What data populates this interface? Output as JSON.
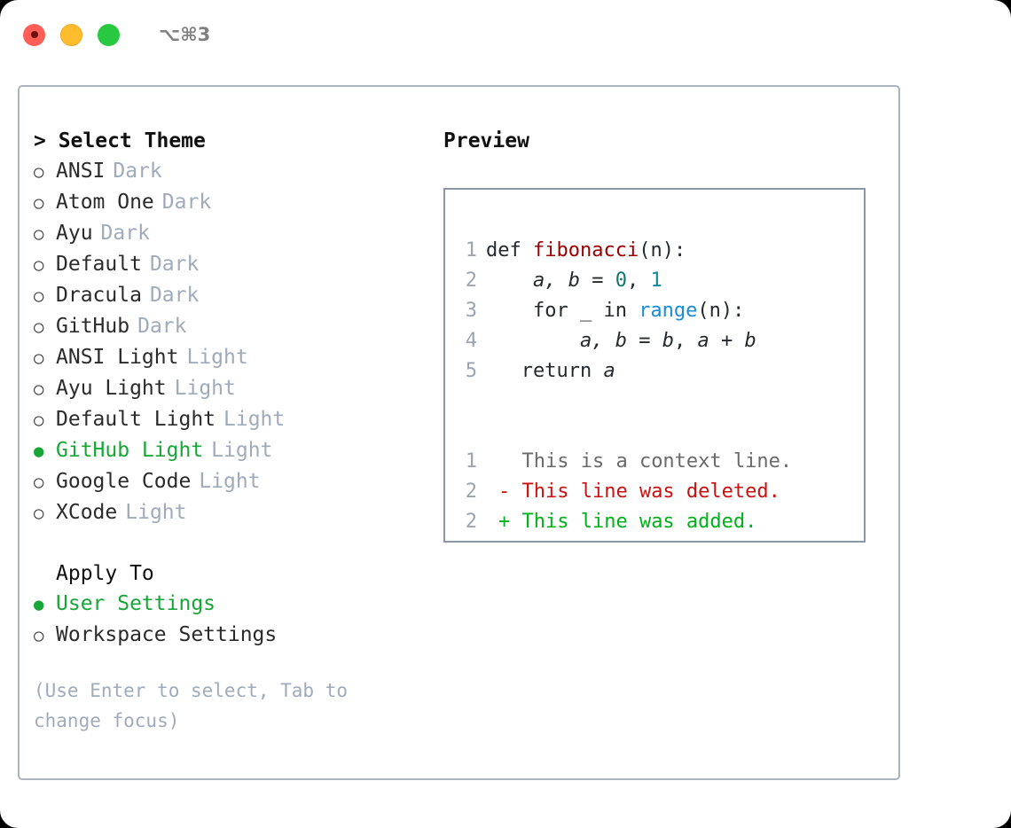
{
  "titlebar": {
    "shortcut": "⌥⌘3",
    "buttons": [
      {
        "name": "close",
        "color": "#ff5f57"
      },
      {
        "name": "minimize",
        "color": "#ffbd2e"
      },
      {
        "name": "maximize",
        "color": "#28c840"
      }
    ]
  },
  "theme_list": {
    "header": "> Select Theme",
    "items": [
      {
        "bullet": "○",
        "label": "ANSI",
        "tag": "Dark",
        "selected": false
      },
      {
        "bullet": "○",
        "label": "Atom One",
        "tag": "Dark",
        "selected": false
      },
      {
        "bullet": "○",
        "label": "Ayu",
        "tag": "Dark",
        "selected": false
      },
      {
        "bullet": "○",
        "label": "Default",
        "tag": "Dark",
        "selected": false
      },
      {
        "bullet": "○",
        "label": "Dracula",
        "tag": "Dark",
        "selected": false
      },
      {
        "bullet": "○",
        "label": "GitHub",
        "tag": "Dark",
        "selected": false
      },
      {
        "bullet": "○",
        "label": "ANSI Light",
        "tag": "Light",
        "selected": false
      },
      {
        "bullet": "○",
        "label": "Ayu Light",
        "tag": "Light",
        "selected": false
      },
      {
        "bullet": "○",
        "label": "Default Light",
        "tag": "Light",
        "selected": false
      },
      {
        "bullet": "●",
        "label": "GitHub Light",
        "tag": "Light",
        "selected": true
      },
      {
        "bullet": "○",
        "label": "Google Code",
        "tag": "Light",
        "selected": false
      },
      {
        "bullet": "○",
        "label": "XCode",
        "tag": "Light",
        "selected": false
      }
    ]
  },
  "apply_to": {
    "header": "Apply To",
    "items": [
      {
        "bullet": "●",
        "label": "User Settings",
        "selected": true
      },
      {
        "bullet": "○",
        "label": "Workspace Settings",
        "selected": false
      }
    ]
  },
  "hint": "(Use Enter to select, Tab to change focus)",
  "preview": {
    "title": "Preview",
    "code_lines": [
      {
        "num": "1",
        "segments": [
          {
            "text": "def ",
            "style": "plain"
          },
          {
            "text": "fibonacci",
            "style": "fn"
          },
          {
            "text": "(n):",
            "style": "plain"
          }
        ]
      },
      {
        "num": "2",
        "segments": [
          {
            "text": "    ",
            "style": "plain"
          },
          {
            "text": "a, b",
            "style": "ident"
          },
          {
            "text": " = ",
            "style": "plain"
          },
          {
            "text": "0",
            "style": "num"
          },
          {
            "text": ", ",
            "style": "plain"
          },
          {
            "text": "1",
            "style": "num2"
          }
        ]
      },
      {
        "num": "3",
        "segments": [
          {
            "text": "    for _ in ",
            "style": "plain"
          },
          {
            "text": "range",
            "style": "builtin"
          },
          {
            "text": "(n):",
            "style": "plain"
          }
        ]
      },
      {
        "num": "4",
        "segments": [
          {
            "text": "        ",
            "style": "plain"
          },
          {
            "text": "a, b",
            "style": "ident"
          },
          {
            "text": " = ",
            "style": "plain"
          },
          {
            "text": "b",
            "style": "ident"
          },
          {
            "text": ", ",
            "style": "plain"
          },
          {
            "text": "a",
            "style": "ident"
          },
          {
            "text": " + ",
            "style": "plain"
          },
          {
            "text": "b",
            "style": "ident"
          }
        ]
      },
      {
        "num": "5",
        "segments": [
          {
            "text": "   return ",
            "style": "plain"
          },
          {
            "text": "a",
            "style": "ident"
          }
        ]
      }
    ],
    "diff_lines": [
      {
        "num": "1",
        "marker": " ",
        "text": " This is a context line.",
        "kind": "context"
      },
      {
        "num": "2",
        "marker": "-",
        "text": " This line was deleted.",
        "kind": "deleted"
      },
      {
        "num": "2",
        "marker": "+",
        "text": " This line was added.",
        "kind": "added"
      }
    ]
  },
  "colors": {
    "selection_green": "#17a637",
    "tag_gray": "#9fabba",
    "panel_border": "#aab4c0",
    "preview_border": "#8b97a8",
    "diff_add": "#00b21a",
    "diff_del": "#cc1111",
    "fn_red": "#9a0000",
    "builtin_blue": "#1a8cd8"
  }
}
